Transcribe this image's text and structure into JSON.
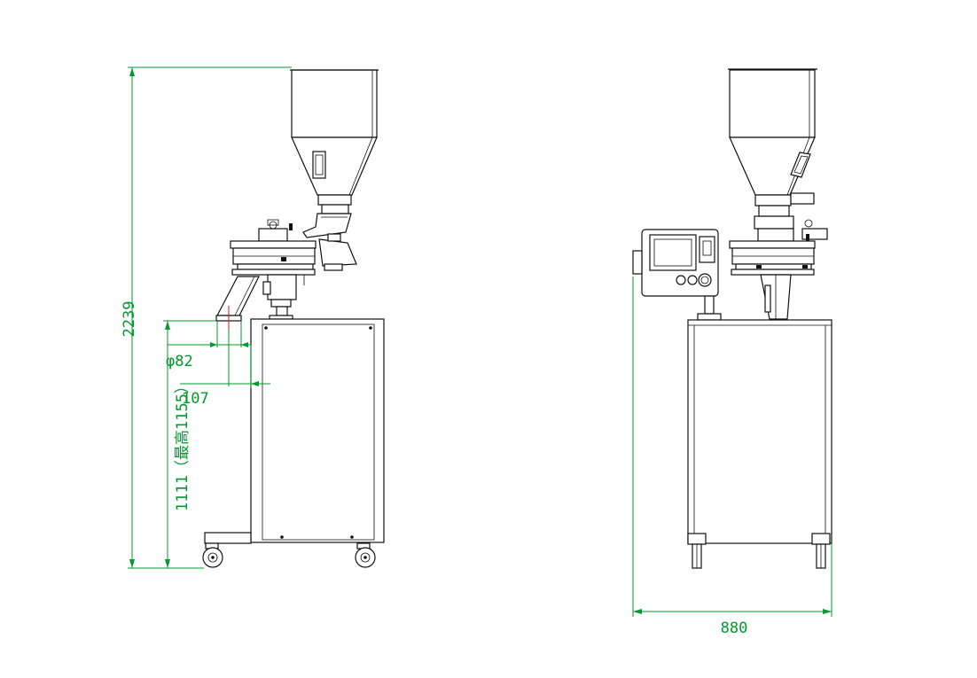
{
  "dimensions": {
    "total_height": "2239",
    "outlet_diameter": "φ82",
    "outlet_offset": "107",
    "outlet_height": "1111（最高1155）",
    "width": "880"
  },
  "colors": {
    "dimension_line": "#009a2e",
    "drawing_line": "#111111",
    "marker": "#e01010"
  }
}
